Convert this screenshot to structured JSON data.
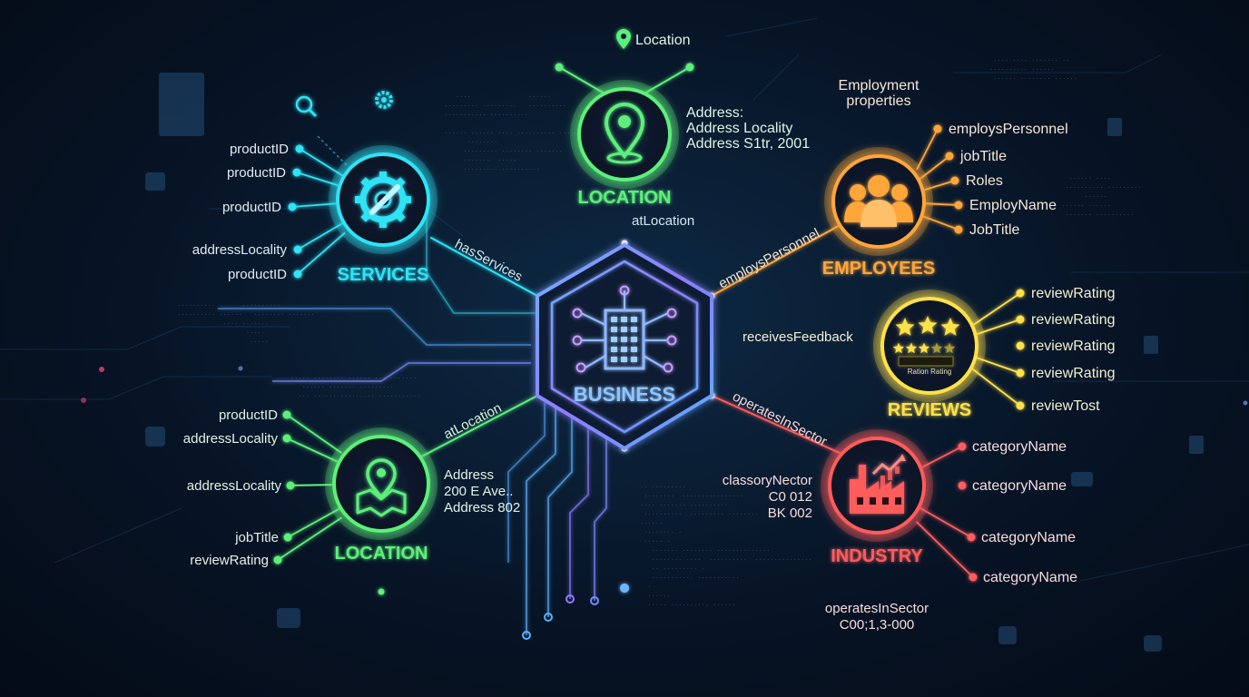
{
  "colors": {
    "background": "#071426",
    "services": "#2fe3f5",
    "location": "#5cf07a",
    "business": "#7aa8ff",
    "employees": "#ffa63a",
    "reviews": "#ffe14a",
    "industry": "#ff5c5c"
  },
  "nodes": {
    "business": {
      "title": "BUSINESS",
      "icon": "office-building-icon"
    },
    "services": {
      "title": "SERVICES",
      "icon": "gear-wrench-icon",
      "items": [
        "productID",
        "productID",
        "productID",
        "addressLocality",
        "productID"
      ],
      "edge_label": "hasServices"
    },
    "location_top": {
      "title": "LOCATION",
      "icon": "map-pin-icon",
      "header": "Location",
      "lines": [
        "Address:",
        "Address Locality",
        "Address S1tr, 2001"
      ],
      "edge_label": "atLocation"
    },
    "location_bottom": {
      "title": "LOCATION",
      "icon": "map-pin-map-icon",
      "items": [
        "productID",
        "addressLocality",
        "addressLocality",
        "jobTitle",
        "reviewRating"
      ],
      "lines": [
        "Address",
        "200 E Ave..",
        "Address 802"
      ],
      "edge_label": "atLocation"
    },
    "employees": {
      "title": "EMPLOYEES",
      "icon": "people-group-icon",
      "header": [
        "Employment",
        "properties"
      ],
      "items": [
        "employsPersonnel",
        "jobTitle",
        "Roles",
        "EmployName",
        "JobTitle"
      ],
      "edge_label": "employsPersonnel"
    },
    "reviews": {
      "title": "REVIEWS",
      "icon": "star-rating-icon",
      "badge": "Ration Rating",
      "items": [
        "reviewRating",
        "reviewRating",
        "reviewRating",
        "reviewRating",
        "reviewTost"
      ],
      "edge_label": "receivesFeedback"
    },
    "industry": {
      "title": "INDUSTRY",
      "icon": "factory-chart-icon",
      "items": [
        "categoryName",
        "categoryName",
        "categoryName",
        "categoryName"
      ],
      "lines": [
        "classoryNector",
        "C0 012",
        "BK 002"
      ],
      "footer": [
        "operatesInSector",
        "C00;1,3-000"
      ],
      "edge_label": "operatesInSector"
    }
  }
}
